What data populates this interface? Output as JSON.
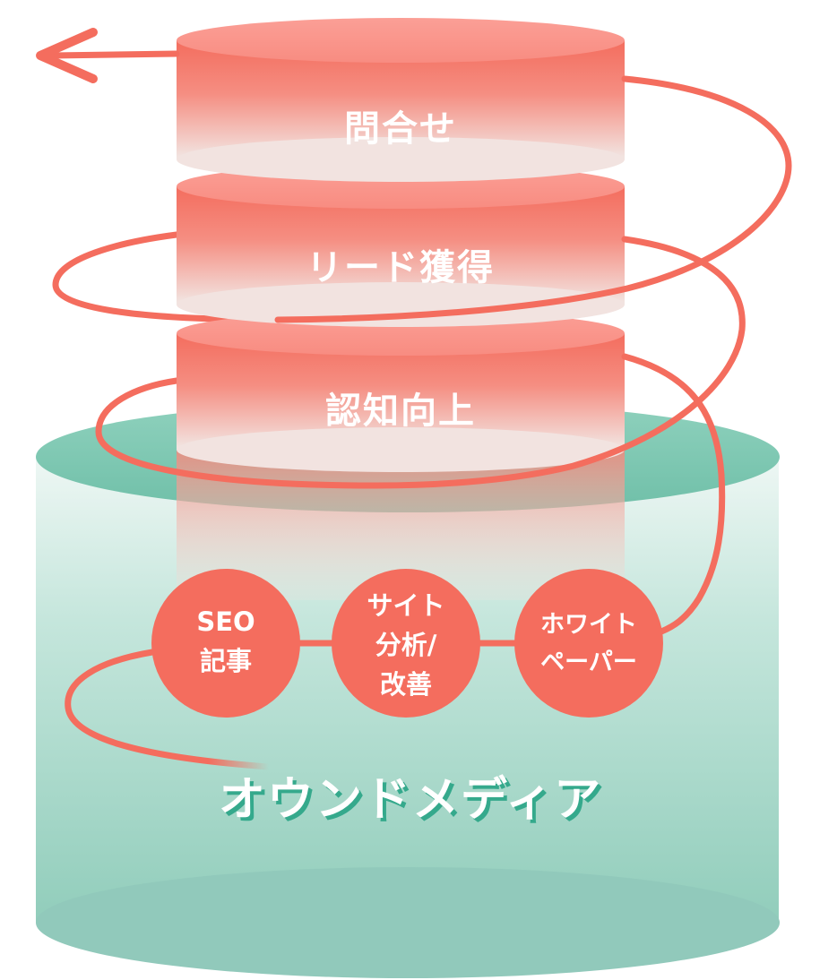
{
  "tiers": [
    {
      "label": "問合せ"
    },
    {
      "label": "リード獲得"
    },
    {
      "label": "認知向上"
    }
  ],
  "circles": [
    {
      "lines": [
        "SEO",
        "記事"
      ]
    },
    {
      "lines": [
        "サイト",
        "分析/",
        "改善"
      ]
    },
    {
      "lines": [
        "ホワイト",
        "ペーパー"
      ]
    }
  ],
  "base": {
    "label": "オウンドメディア"
  },
  "colors": {
    "coral": "#f46d5e",
    "coral_light": "#fa9c92",
    "teal": "#8fcbba",
    "teal_dark": "#6fbfa8",
    "text": "#ffffff"
  }
}
